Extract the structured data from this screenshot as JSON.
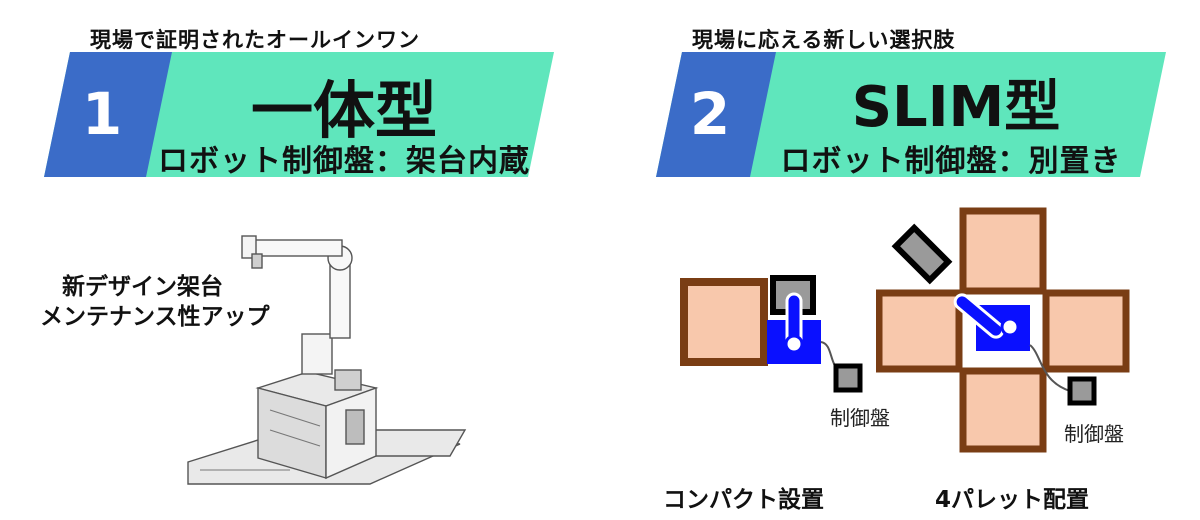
{
  "left": {
    "kicker": "現場で証明されたオールインワン",
    "number": "1",
    "title": "一体型",
    "subtitle": "ロボット制御盤：架台内蔵",
    "note_line1": "新デザイン架台",
    "note_line2": "メンテナンス性アップ"
  },
  "right": {
    "kicker": "現場に応える新しい選択肢",
    "number": "2",
    "title": "SLIM型",
    "subtitle": "ロボット制御盤：別置き",
    "controller_label_a": "制御盤",
    "controller_label_b": "制御盤",
    "caption_a": "コンパクト設置",
    "caption_b": "4パレット配置"
  },
  "colors": {
    "blue": "#3b6cc8",
    "mint": "#5fe6bc",
    "pallet_fill": "#f8c8ac",
    "pallet_border": "#7a3d14",
    "robot_blue": "#0a10ff"
  }
}
